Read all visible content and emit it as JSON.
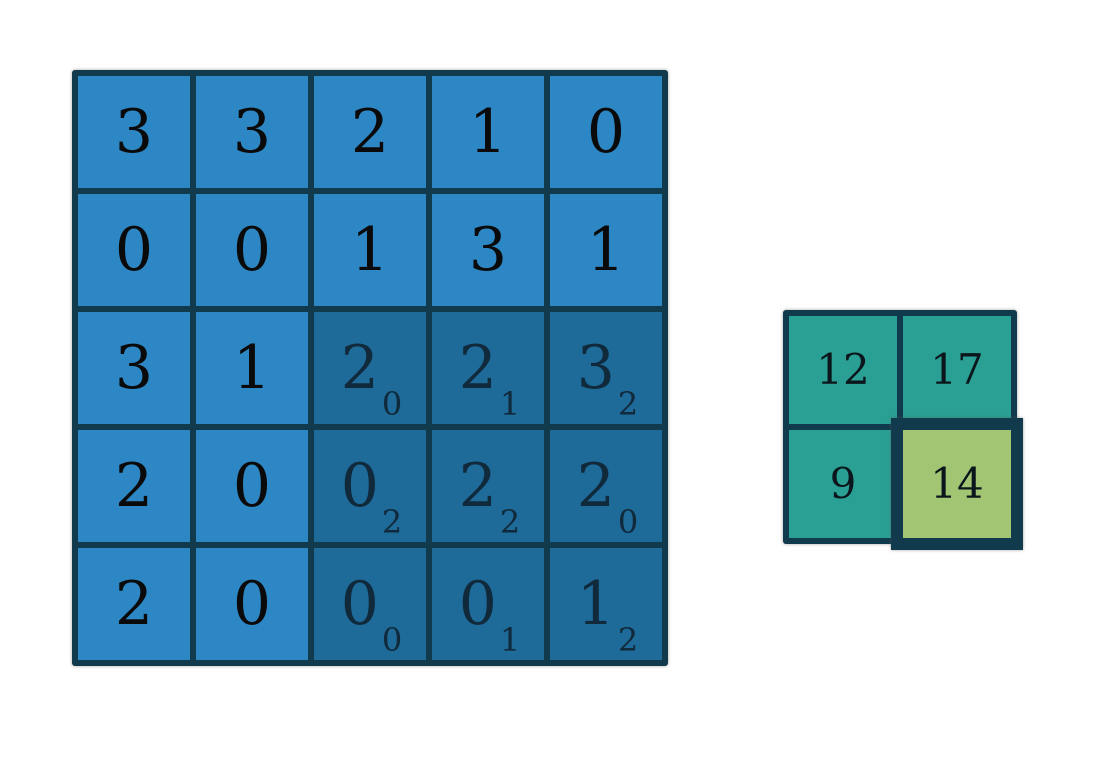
{
  "figure": {
    "kind": "convolution-diagram"
  },
  "input_grid": {
    "rows": 5,
    "cols": 5,
    "cells": [
      [
        {
          "value": "3"
        },
        {
          "value": "3"
        },
        {
          "value": "2"
        },
        {
          "value": "1"
        },
        {
          "value": "0"
        }
      ],
      [
        {
          "value": "0"
        },
        {
          "value": "0"
        },
        {
          "value": "1"
        },
        {
          "value": "3"
        },
        {
          "value": "1"
        }
      ],
      [
        {
          "value": "3"
        },
        {
          "value": "1"
        },
        {
          "value": "2",
          "sub": "0",
          "kernel": true
        },
        {
          "value": "2",
          "sub": "1",
          "kernel": true
        },
        {
          "value": "3",
          "sub": "2",
          "kernel": true
        }
      ],
      [
        {
          "value": "2"
        },
        {
          "value": "0"
        },
        {
          "value": "0",
          "sub": "2",
          "kernel": true
        },
        {
          "value": "2",
          "sub": "2",
          "kernel": true
        },
        {
          "value": "2",
          "sub": "0",
          "kernel": true
        }
      ],
      [
        {
          "value": "2"
        },
        {
          "value": "0"
        },
        {
          "value": "0",
          "sub": "0",
          "kernel": true
        },
        {
          "value": "0",
          "sub": "1",
          "kernel": true
        },
        {
          "value": "1",
          "sub": "2",
          "kernel": true
        }
      ]
    ]
  },
  "output_grid": {
    "rows": 2,
    "cols": 2,
    "cells": [
      [
        {
          "value": "12"
        },
        {
          "value": "17"
        }
      ],
      [
        {
          "value": "9"
        },
        {
          "value": "14",
          "highlight": true
        }
      ]
    ]
  },
  "colors": {
    "input_cell": "#2d87c4",
    "kernel_cell": "#1e6a98",
    "grid_border": "#113a4c",
    "output_cell": "#2aa094",
    "highlight_cell": "#a2c573"
  }
}
